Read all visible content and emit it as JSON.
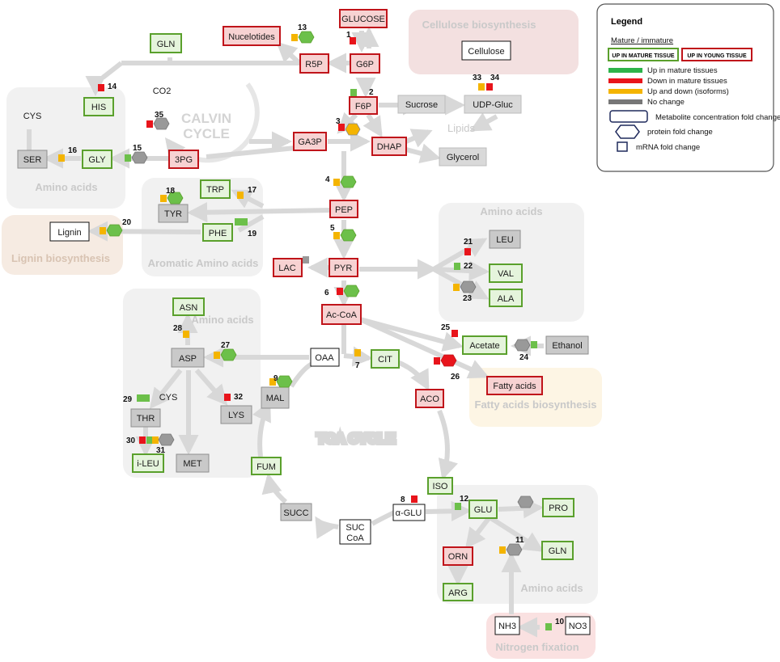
{
  "colors": {
    "up_mature": "#6cc04a",
    "down_mature": "#e8141b",
    "up_down": "#f4b400",
    "no_change": "#999999",
    "mature_border": "#5aa02c",
    "young_border": "#c0141a",
    "young_fill": "#f7d2d2",
    "mature_fill": "#e5f4dc",
    "nochange_fill": "#c9c9c9",
    "arrow": "#d8d8d8"
  },
  "regions": {
    "cellulose": "Cellulose biosynthesis",
    "amino_topleft": "Amino acids",
    "aromatic": "Aromatic Amino acids",
    "lignin": "Lignin biosynthesis",
    "amino_right": "Amino acids",
    "amino_left": "Amino acids",
    "fatty": "Fatty acids biosynthesis",
    "amino_bottom": "Amino acids",
    "nitrogen": "Nitrogen  fixation"
  },
  "cycles": {
    "calvin_1": "CALVIN",
    "calvin_2": "CYCLE",
    "tca": "TCA CYCLE"
  },
  "nodes": {
    "glucose": "GLUCOSE",
    "nucleotides": "Nucelotides",
    "g6p": "G6P",
    "r5p": "R5P",
    "gln_top": "GLN",
    "cellulose": "Cellulose",
    "his": "HIS",
    "f6p": "F6P",
    "sucrose": "Sucrose",
    "udp_gluc": "UDP-Gluc",
    "ser": "SER",
    "gly": "GLY",
    "pg3": "3PG",
    "ga3p": "GA3P",
    "dhap": "DHAP",
    "glycerol": "Glycerol",
    "trp": "TRP",
    "tyr": "TYR",
    "pep": "PEP",
    "phe": "PHE",
    "lignin": "Lignin",
    "leu": "LEU",
    "lac": "LAC",
    "pyr": "PYR",
    "val": "VAL",
    "ala": "ALA",
    "asn": "ASN",
    "acoa": "Ac-CoA",
    "asp": "ASP",
    "oaa": "OAA",
    "cit": "CIT",
    "acetate": "Acetate",
    "ethanol": "Ethanol",
    "mal": "MAL",
    "thr": "THR",
    "lys": "LYS",
    "fatty_acids": "Fatty acids",
    "aco": "ACO",
    "ileu": "i-LEU",
    "met": "MET",
    "fum": "FUM",
    "iso": "ISO",
    "succ": "SUCC",
    "aglu": "α-GLU",
    "glu": "GLU",
    "pro": "PRO",
    "suc_coa_1": "SUC",
    "suc_coa_2": "CoA",
    "orn": "ORN",
    "gln_bottom": "GLN",
    "arg": "ARG",
    "nh3": "NH3",
    "no3": "NO3"
  },
  "free_text": {
    "cys_top": "CYS",
    "co2": "CO2",
    "lipids": "Lipids",
    "cys_asp": "CYS"
  },
  "numbers": [
    "1",
    "2",
    "3",
    "4",
    "5",
    "6",
    "7",
    "8",
    "9",
    "10",
    "11",
    "12",
    "13",
    "14",
    "15",
    "16",
    "17",
    "18",
    "19",
    "20",
    "21",
    "22",
    "23",
    "24",
    "25",
    "26",
    "27",
    "28",
    "29",
    "30",
    "31",
    "32",
    "33",
    "34",
    "35"
  ],
  "legend": {
    "title": "Legend",
    "mature_immature": "Mature / immature",
    "up_in_mature_tissue": "UP IN MATURE TISSUE",
    "up_in_young_tissue": "UP IN YOUNG TISSUE",
    "up_in_mature_tissues": "Up in mature tissues",
    "down_in_mature_tissues": "Down in mature tissues",
    "up_and_down": "Up and down (isoforms)",
    "no_change": "No change",
    "metabolite": "Metabolite concentration fold change",
    "protein": "protein fold change",
    "mrna": "mRNA fold change"
  }
}
